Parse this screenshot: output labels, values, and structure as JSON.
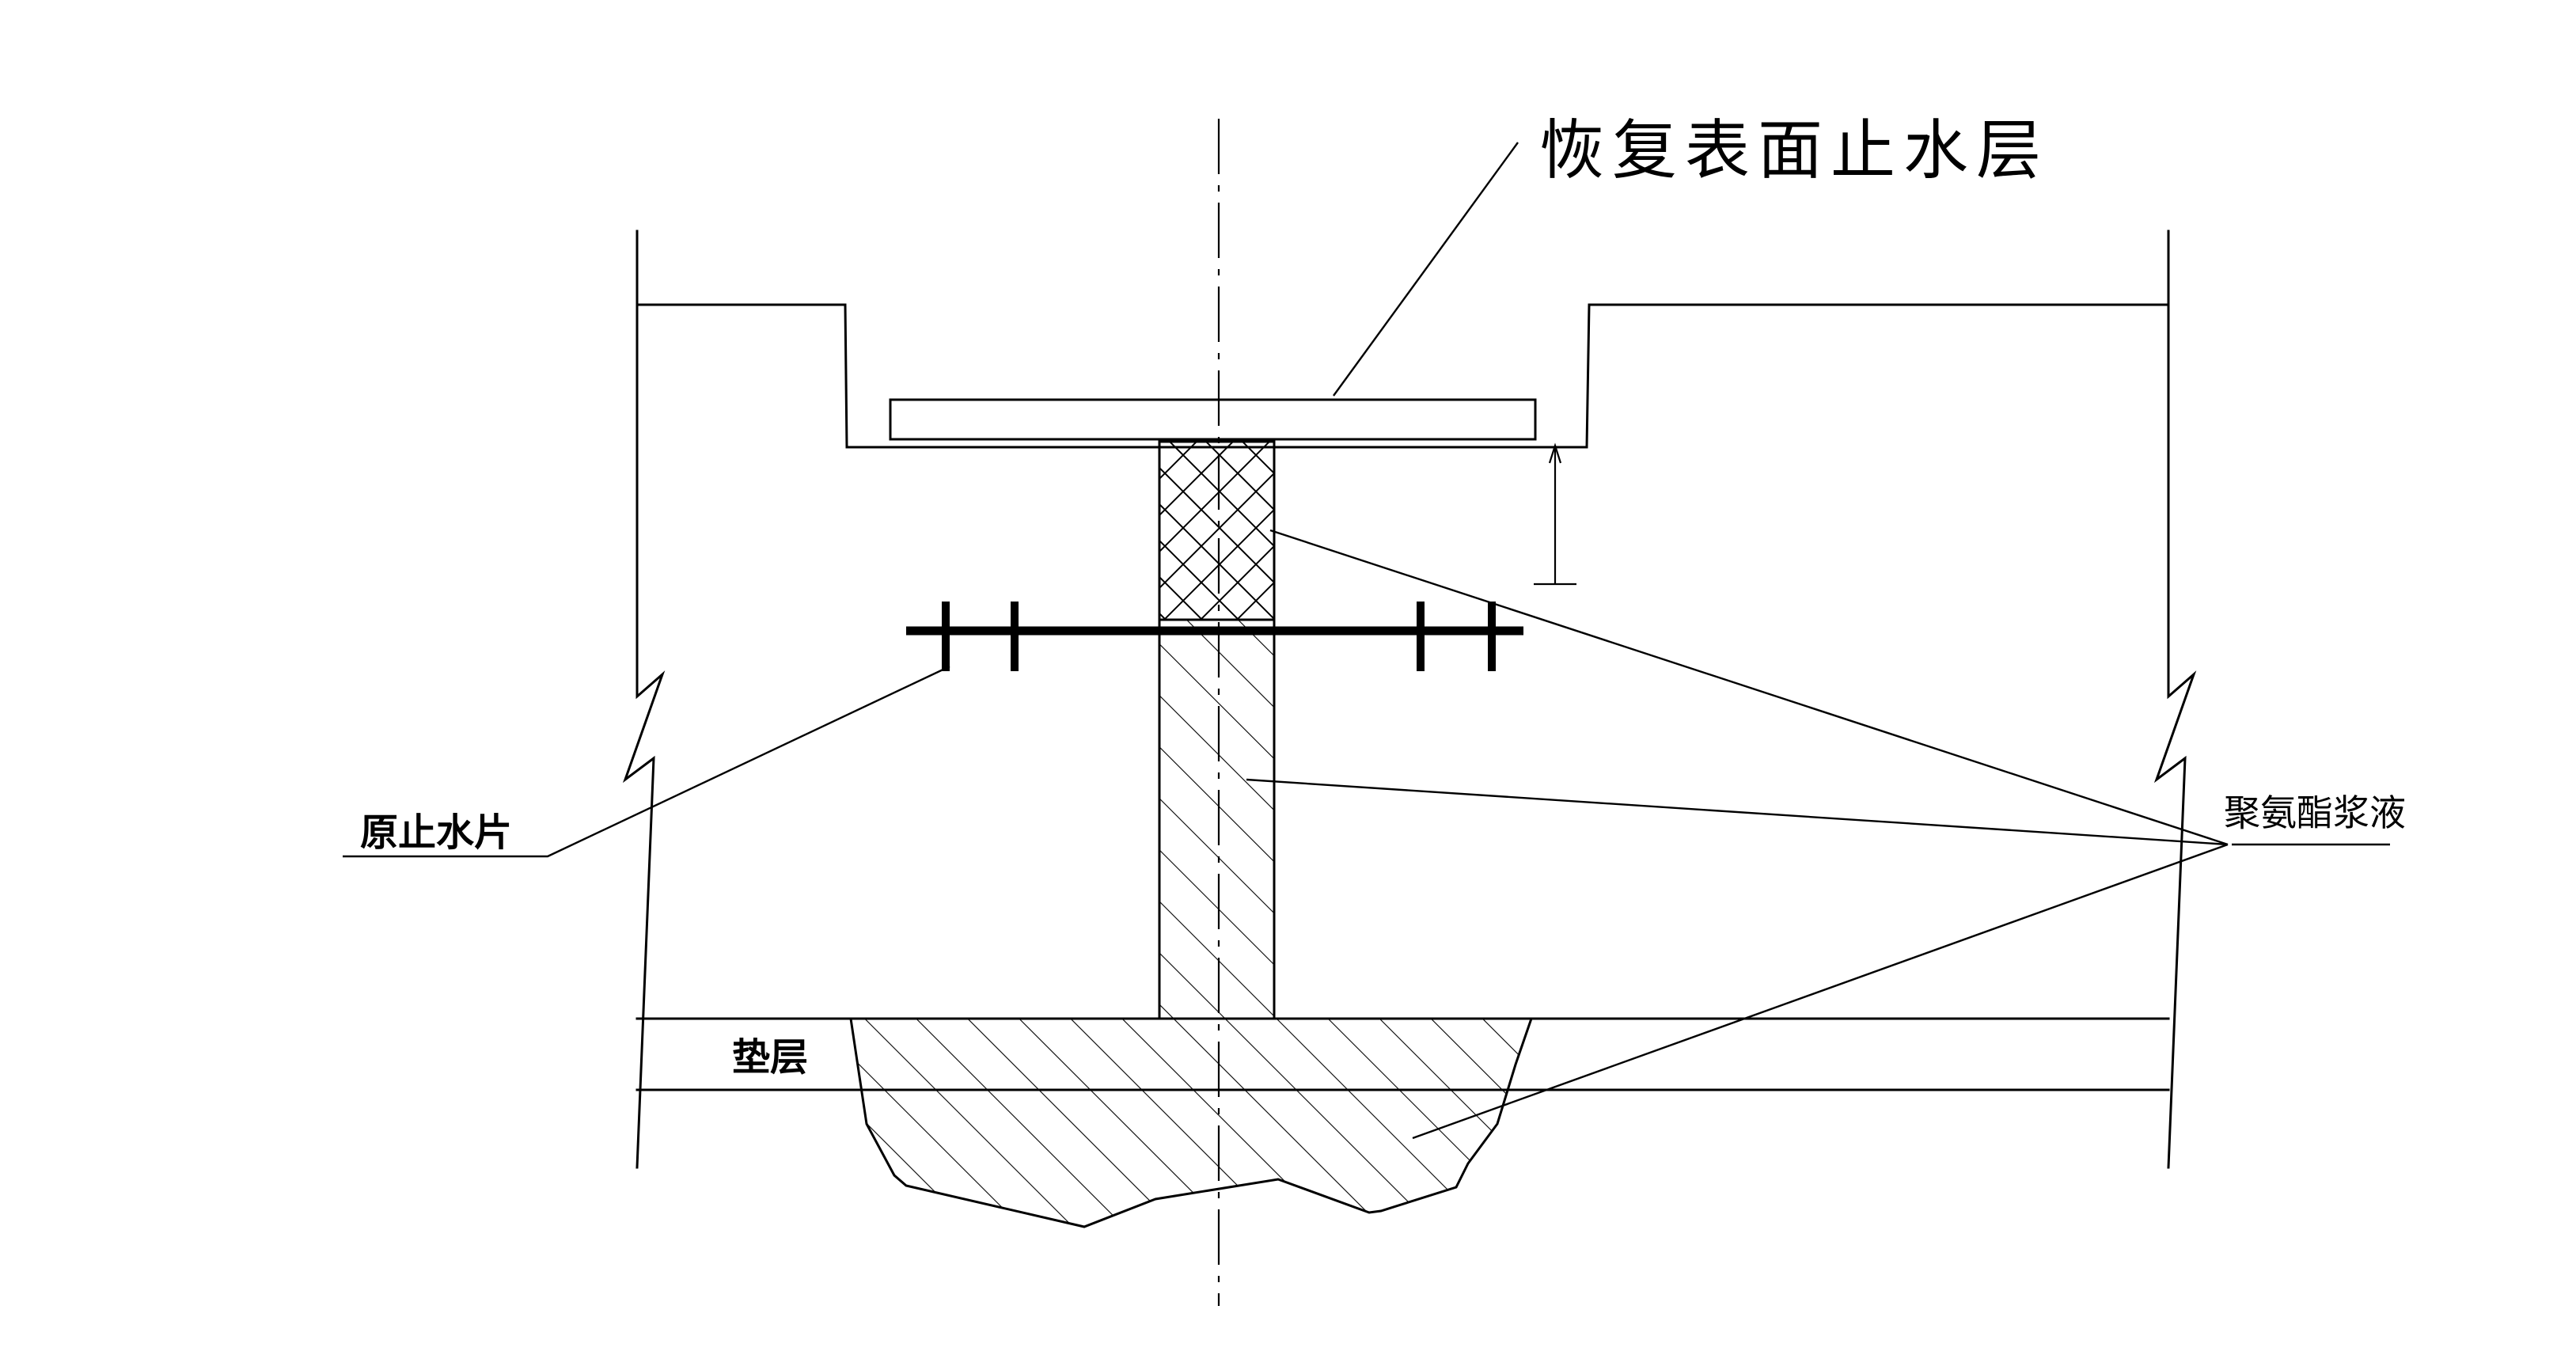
{
  "labels": {
    "surface_layer": "恢复表面止水层",
    "original_waterstop": "原止水片",
    "polyurethane_grout": "聚氨酯浆液",
    "cushion_layer": "垫层"
  }
}
